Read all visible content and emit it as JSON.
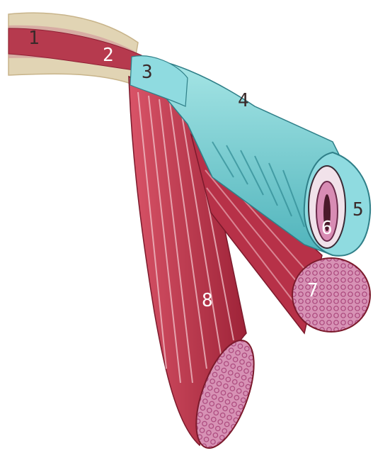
{
  "labels": {
    "l1": "1",
    "l2": "2",
    "l3": "3",
    "l4": "4",
    "l5": "5",
    "l6": "6",
    "l7": "7",
    "l8": "8"
  },
  "colors": {
    "muscle": "#c83a4f",
    "muscle_dark": "#8f1f34",
    "tendon_sheath": "#7fd3d6",
    "tendon_sheath_dark": "#3f9ca6",
    "cross_section": "#d98bb0",
    "tendon_tan": "#d9c6a0"
  }
}
